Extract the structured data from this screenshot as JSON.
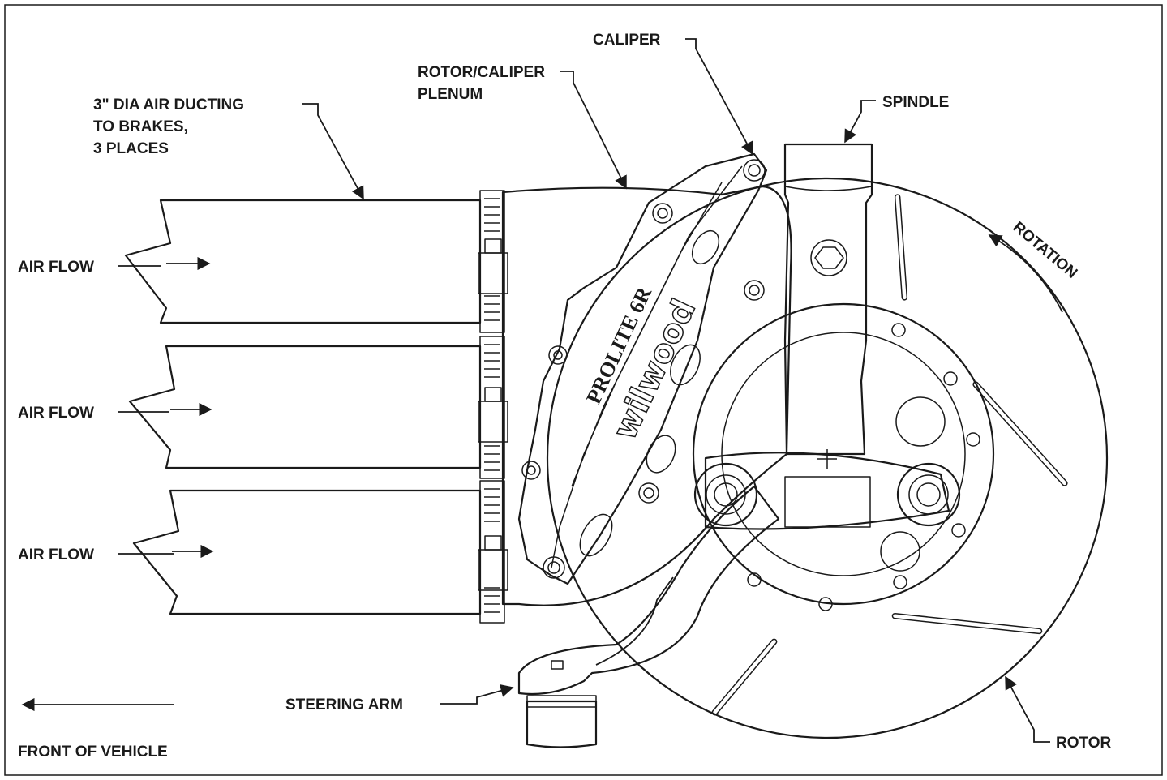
{
  "labels": {
    "caliper": "CALIPER",
    "plenum_line1": "ROTOR/CALIPER",
    "plenum_line2": "PLENUM",
    "ducting_line1": "3\" DIA AIR DUCTING",
    "ducting_line2": "TO BRAKES,",
    "ducting_line3": "3 PLACES",
    "spindle": "SPINDLE",
    "rotation": "ROTATION",
    "air_flow_top": "AIR FLOW",
    "air_flow_middle": "AIR FLOW",
    "air_flow_bottom": "AIR FLOW",
    "steering_arm": "STEERING ARM",
    "rotor": "ROTOR",
    "front_of_vehicle": "FRONT OF VEHICLE"
  },
  "caliper_markings": {
    "model": "PROLITE 6R",
    "brand": "wilwood"
  },
  "colors": {
    "line": "#1a1a1a",
    "hatch": "#9a9a9a",
    "clamp_block": "#b5b5b5",
    "background": "#ffffff"
  }
}
